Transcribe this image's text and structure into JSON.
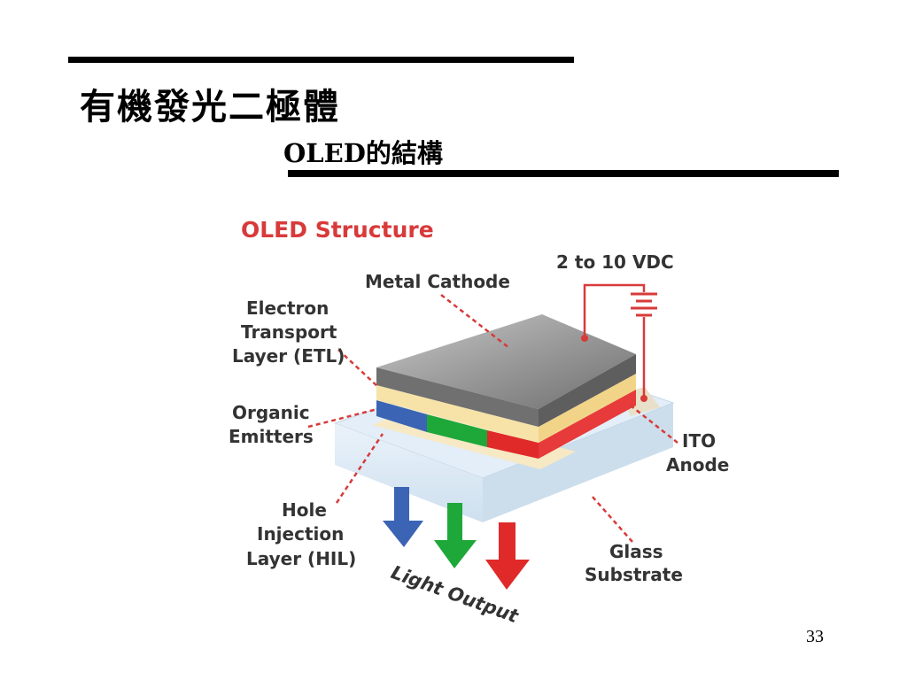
{
  "slide": {
    "title": "有機發光二極體",
    "subtitle": "OLED的結構",
    "page_number": "33"
  },
  "diagram": {
    "heading": "OLED Structure",
    "voltage": "2 to 10 VDC",
    "labels": {
      "metal_cathode": "Metal Cathode",
      "etl_line1": "Electron",
      "etl_line2": "Transport",
      "etl_line3": "Layer (ETL)",
      "emitters_line1": "Organic",
      "emitters_line2": "Emitters",
      "hil_line1": "Hole",
      "hil_line2": "Injection",
      "hil_line3": "Layer (HIL)",
      "ito_line1": "ITO",
      "ito_line2": "Anode",
      "glass_line1": "Glass",
      "glass_line2": "Substrate",
      "light_output": "Light Output"
    },
    "colors": {
      "heading": "#d83a3a",
      "leader": "#d83a3a",
      "cathode": "#8a8a8a",
      "etl": "#f7e3a8",
      "emitter_blue": "#3b64b4",
      "emitter_green": "#1ea83a",
      "emitter_red": "#e02a2a",
      "glass": "#d7e7f4"
    }
  }
}
